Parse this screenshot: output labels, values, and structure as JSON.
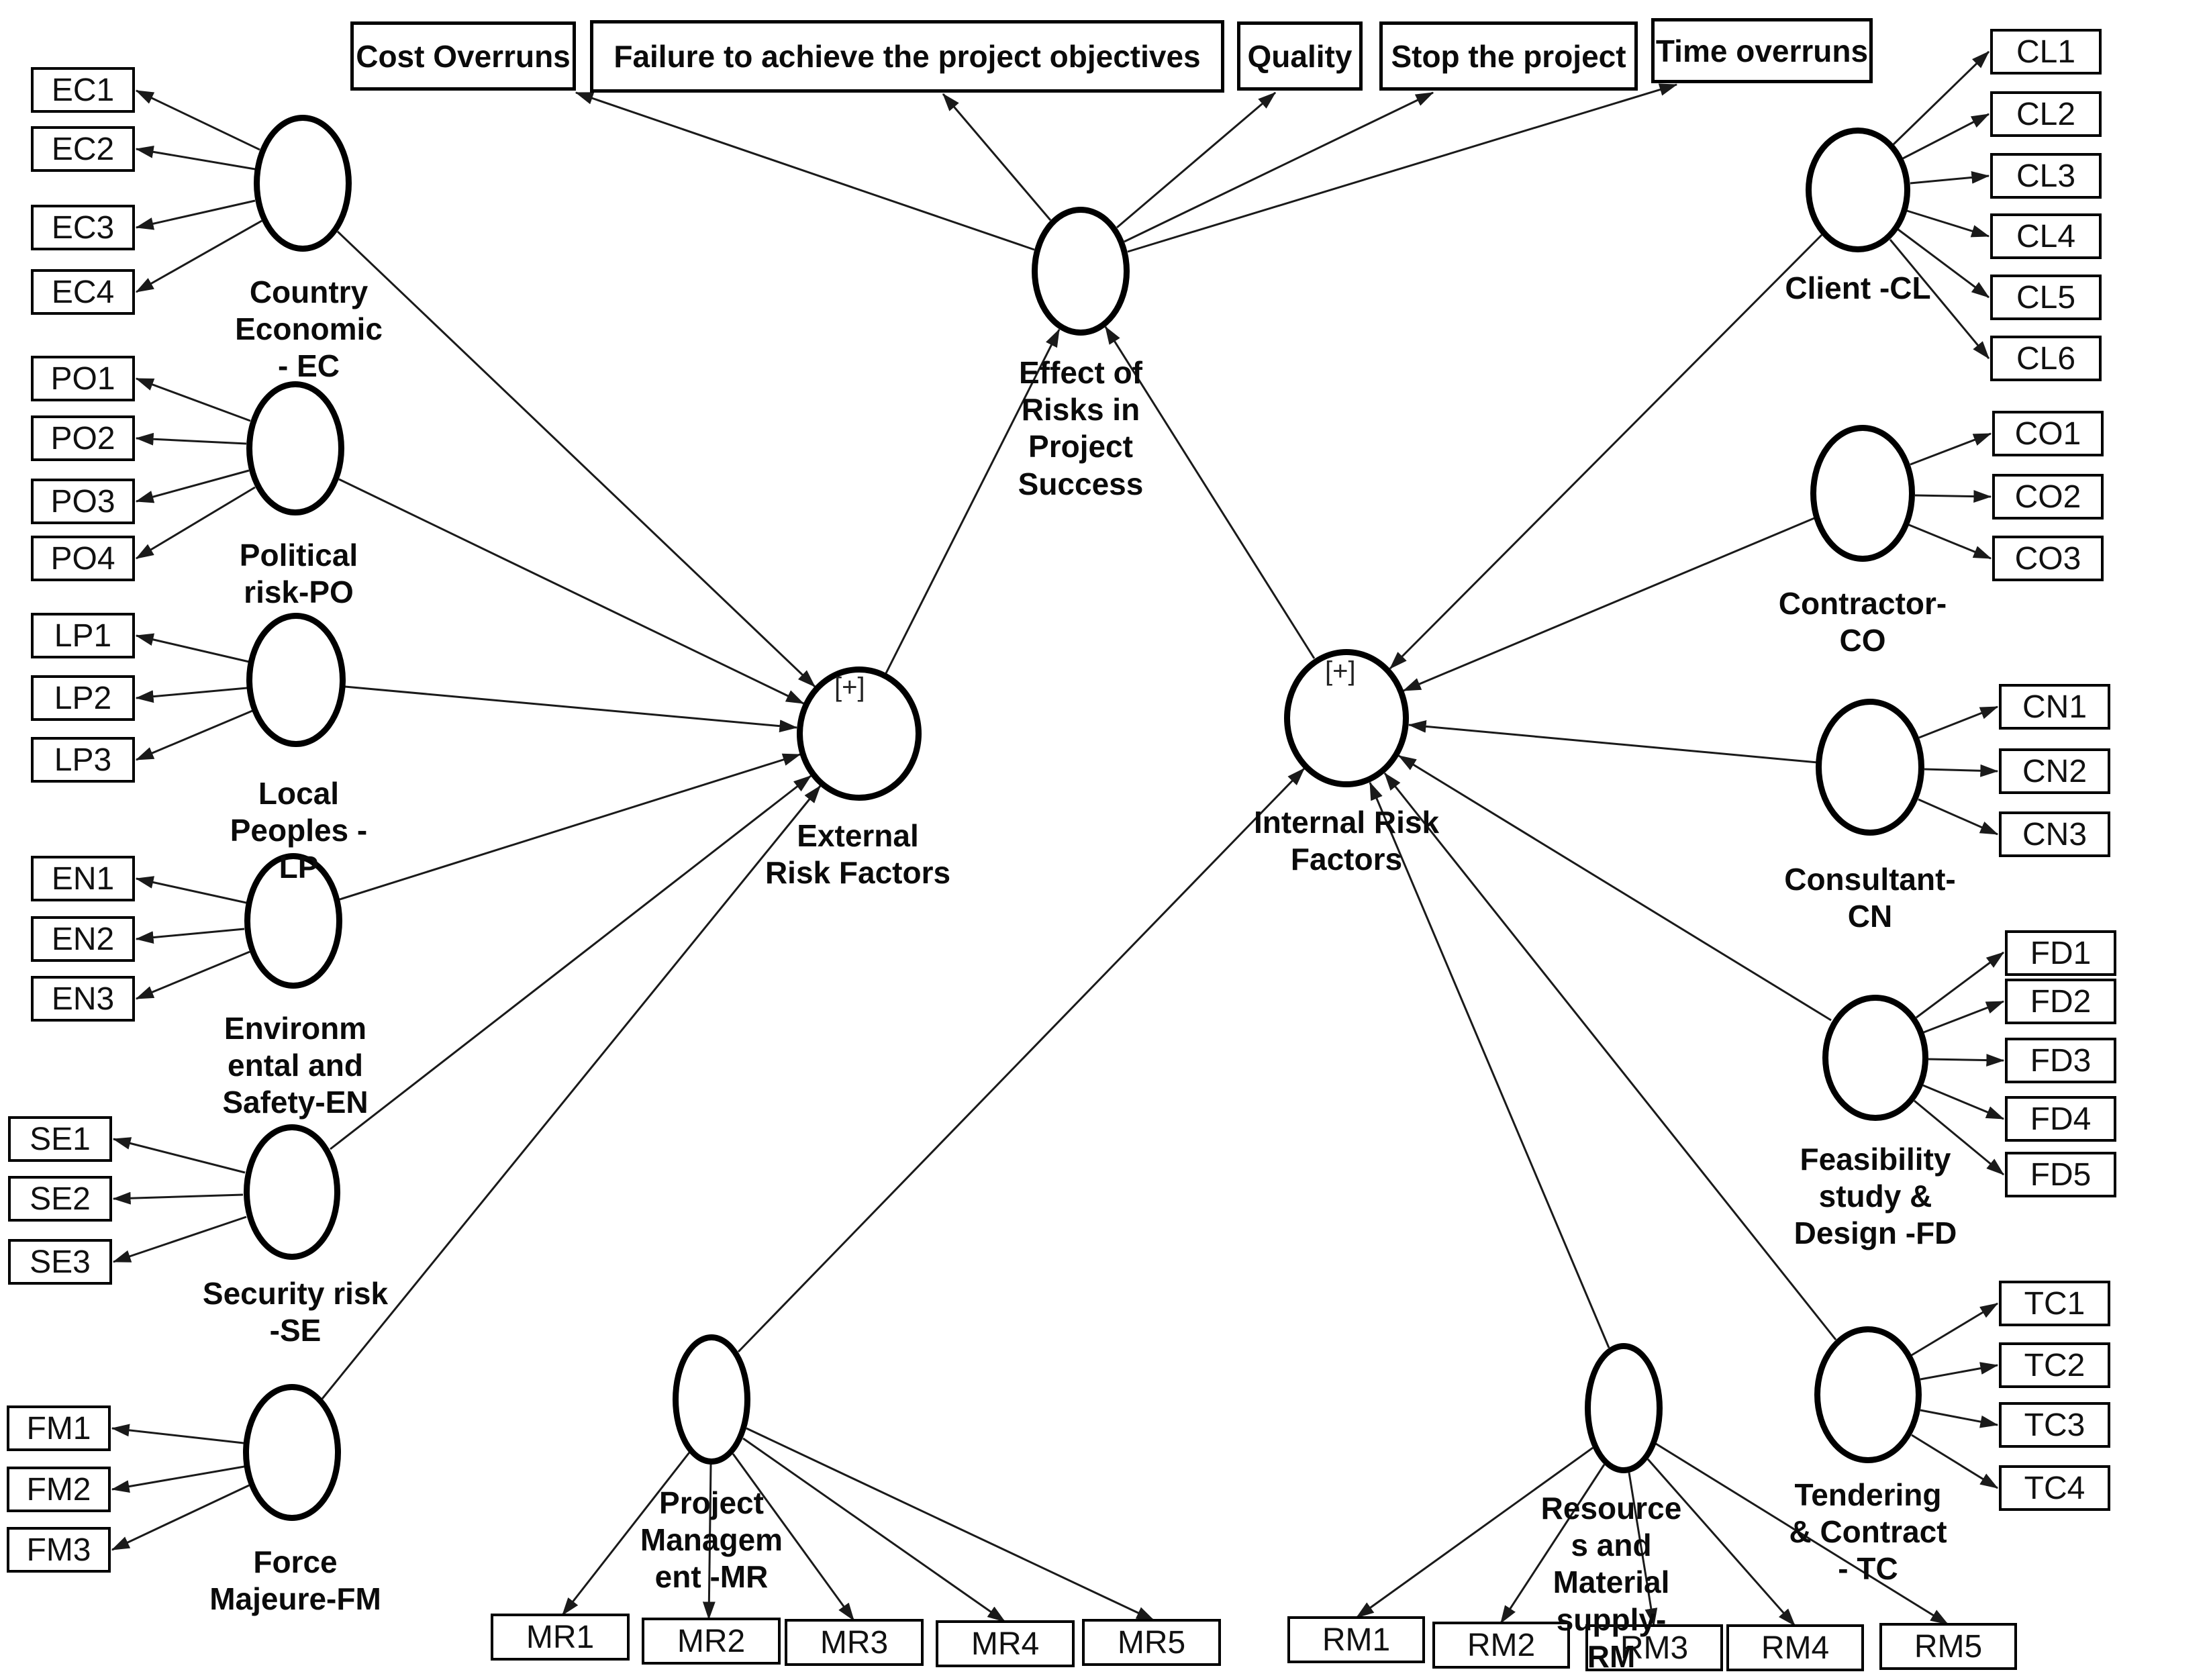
{
  "colors": {
    "line": "#1a1a1a",
    "border": "#000000",
    "text": "#111111",
    "background": "#ffffff"
  },
  "outcomes": [
    "Cost Overruns",
    "Failure to achieve the project objectives",
    "Quality",
    "Stop the project",
    "Time overruns"
  ],
  "core": {
    "effect": {
      "label": "Effect of Risks in Project Success"
    },
    "external": {
      "label": "External Risk Factors",
      "badge": "[+]"
    },
    "internal": {
      "label": "Internal Risk Factors",
      "badge": "[+]"
    }
  },
  "external_constructs": [
    {
      "id": "EC",
      "label": "Country Economic - EC",
      "indicators": [
        "EC1",
        "EC2",
        "EC3",
        "EC4"
      ]
    },
    {
      "id": "PO",
      "label": "Political risk-PO",
      "indicators": [
        "PO1",
        "PO2",
        "PO3",
        "PO4"
      ]
    },
    {
      "id": "LP",
      "label": "Local Peoples -LP",
      "indicators": [
        "LP1",
        "LP2",
        "LP3"
      ]
    },
    {
      "id": "EN",
      "label": "Environmental and Safety-EN",
      "indicators": [
        "EN1",
        "EN2",
        "EN3"
      ]
    },
    {
      "id": "SE",
      "label": "Security risk -SE",
      "indicators": [
        "SE1",
        "SE2",
        "SE3"
      ]
    },
    {
      "id": "FM",
      "label": "Force Majeure-FM",
      "indicators": [
        "FM1",
        "FM2",
        "FM3"
      ]
    }
  ],
  "internal_constructs": [
    {
      "id": "CL",
      "label": "Client -CL",
      "indicators": [
        "CL1",
        "CL2",
        "CL3",
        "CL4",
        "CL5",
        "CL6"
      ]
    },
    {
      "id": "CO",
      "label": "Contractor-CO",
      "indicators": [
        "CO1",
        "CO2",
        "CO3"
      ]
    },
    {
      "id": "CN",
      "label": "Consultant-CN",
      "indicators": [
        "CN1",
        "CN2",
        "CN3"
      ]
    },
    {
      "id": "FD",
      "label": "Feasibility study & Design -FD",
      "indicators": [
        "FD1",
        "FD2",
        "FD3",
        "FD4",
        "FD5"
      ]
    },
    {
      "id": "TC",
      "label": "Tendering & Contract - TC",
      "indicators": [
        "TC1",
        "TC2",
        "TC3",
        "TC4"
      ]
    },
    {
      "id": "MR",
      "label": "Project Management -MR",
      "indicators": [
        "MR1",
        "MR2",
        "MR3",
        "MR4",
        "MR5"
      ]
    },
    {
      "id": "RM",
      "label": "Resources and Material supply-RM",
      "indicators": [
        "RM1",
        "RM2",
        "RM3",
        "RM4",
        "RM5"
      ]
    }
  ]
}
